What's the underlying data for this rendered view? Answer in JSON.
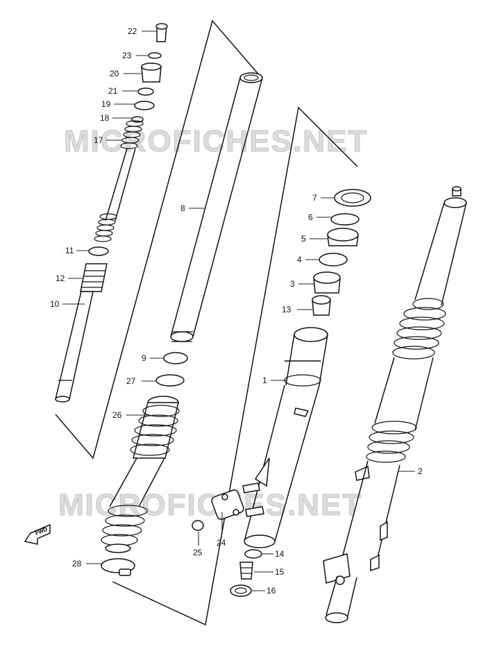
{
  "watermark": {
    "text": "MICROFICHES.NET",
    "color": "#d6d6d6"
  },
  "fwd_badge": {
    "text": "FWD"
  },
  "callouts": [
    {
      "id": "22",
      "text": "22"
    },
    {
      "id": "23",
      "text": "23"
    },
    {
      "id": "20",
      "text": "20"
    },
    {
      "id": "21",
      "text": "21"
    },
    {
      "id": "19",
      "text": "19"
    },
    {
      "id": "18",
      "text": "18"
    },
    {
      "id": "17",
      "text": "17"
    },
    {
      "id": "8",
      "text": "8"
    },
    {
      "id": "11",
      "text": "11"
    },
    {
      "id": "12",
      "text": "12"
    },
    {
      "id": "10",
      "text": "10"
    },
    {
      "id": "9",
      "text": "9"
    },
    {
      "id": "27",
      "text": "27"
    },
    {
      "id": "26",
      "text": "26"
    },
    {
      "id": "28",
      "text": "28"
    },
    {
      "id": "7",
      "text": "7"
    },
    {
      "id": "6",
      "text": "6"
    },
    {
      "id": "5",
      "text": "5"
    },
    {
      "id": "4",
      "text": "4"
    },
    {
      "id": "3",
      "text": "3"
    },
    {
      "id": "13",
      "text": "13"
    },
    {
      "id": "1",
      "text": "1"
    },
    {
      "id": "2",
      "text": "2"
    },
    {
      "id": "24",
      "text": "24"
    },
    {
      "id": "25",
      "text": "25"
    },
    {
      "id": "14",
      "text": "14"
    },
    {
      "id": "15",
      "text": "15"
    },
    {
      "id": "16",
      "text": "16"
    }
  ]
}
